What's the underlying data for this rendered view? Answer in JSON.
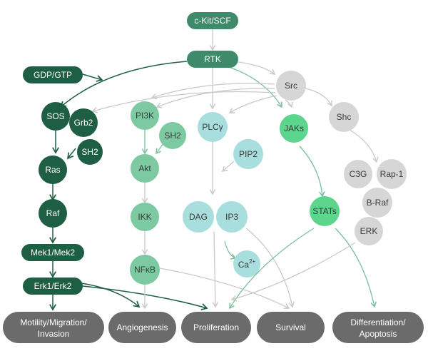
{
  "colors": {
    "dark": "#1d5e45",
    "mid": "#3f8a6a",
    "light_green": "#7dcaa2",
    "bright_green": "#5cd68d",
    "teal_light": "#a8dede",
    "gray_node": "#d6d6d6",
    "gray_outcome": "#6b6b6b",
    "arrow_dark": "#1f5e46",
    "arrow_gray": "#c9c9c9",
    "arrow_green": "#7bbf9c"
  },
  "nodes": {
    "ckit": "c-Kit/SCF",
    "rtk": "RTK",
    "gdp_gtp": "GDP/GTP",
    "sos": "SOS",
    "grb2": "Grb2",
    "sh2_left": "SH2",
    "ras": "Ras",
    "raf": "Raf",
    "mek": "Mek1/Mek2",
    "erk12": "Erk1/Erk2",
    "pi3k": "PI3K",
    "sh2_mid": "SH2",
    "akt": "Akt",
    "ikk": "IKK",
    "nfkb": "NFκB",
    "plcg": "PLCγ",
    "pip2": "PIP2",
    "dag": "DAG",
    "ip3": "IP3",
    "ca": "Ca",
    "ca_sup": "2+",
    "jaks": "JAKs",
    "stats": "STATs",
    "src": "Src",
    "shc": "Shc",
    "c3g": "C3G",
    "rap1": "Rap-1",
    "braf": "B-Raf",
    "erk": "ERK"
  },
  "outcomes": {
    "motility_line1": "Motility/Migration/",
    "motility_line2": "Invasion",
    "angiogenesis": "Angiogenesis",
    "proliferation": "Proliferation",
    "survival": "Survival",
    "differentiation_line1": "Differentiation/",
    "differentiation_line2": "Apoptosis"
  }
}
